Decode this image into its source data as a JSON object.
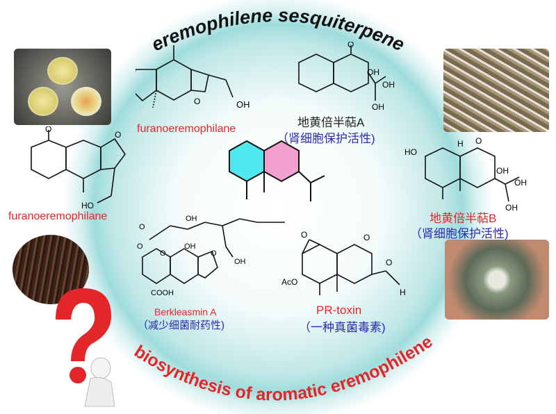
{
  "title_top": "eremophilene sesquiterpene",
  "title_bottom": "biosynthesis of aromatic eremophilene",
  "compounds": {
    "furano1": {
      "name": "furanoeremophilane",
      "atoms": [
        "OH",
        "O"
      ]
    },
    "furano2": {
      "name": "furanoeremophilane",
      "atoms": [
        "O",
        "O",
        "HO"
      ]
    },
    "dihuangA": {
      "name": "地黄倍半萜A",
      "activity": "（肾细胞保护活性)",
      "atoms": [
        "O",
        "OH",
        "OH",
        "OH"
      ]
    },
    "dihuangB": {
      "name": "地黄倍半萜B",
      "activity": "（肾细胞保护活性)",
      "atoms": [
        "HO",
        "H",
        "O",
        "OH",
        "OH",
        "OH"
      ]
    },
    "berkleasmin": {
      "name": "Berkleasmin A",
      "activity": "（减少细菌耐药性)",
      "atoms": [
        "O",
        "OH",
        "O",
        "O",
        "OH",
        "O",
        "OH",
        "COOH"
      ]
    },
    "prtoxin": {
      "name": "PR-toxin",
      "activity": "（一种真菌毒素)",
      "atoms": [
        "O",
        "O",
        "AcO",
        "O",
        "H"
      ]
    }
  },
  "colors": {
    "accent_red": "#e3262a",
    "accent_blue": "#2b2bb0",
    "glow": "#9fdcdc",
    "ring_cyan": "#4ee8ee",
    "ring_pink": "#f2a0cf"
  },
  "icons": {
    "question": "question-mark-thinker-icon"
  }
}
